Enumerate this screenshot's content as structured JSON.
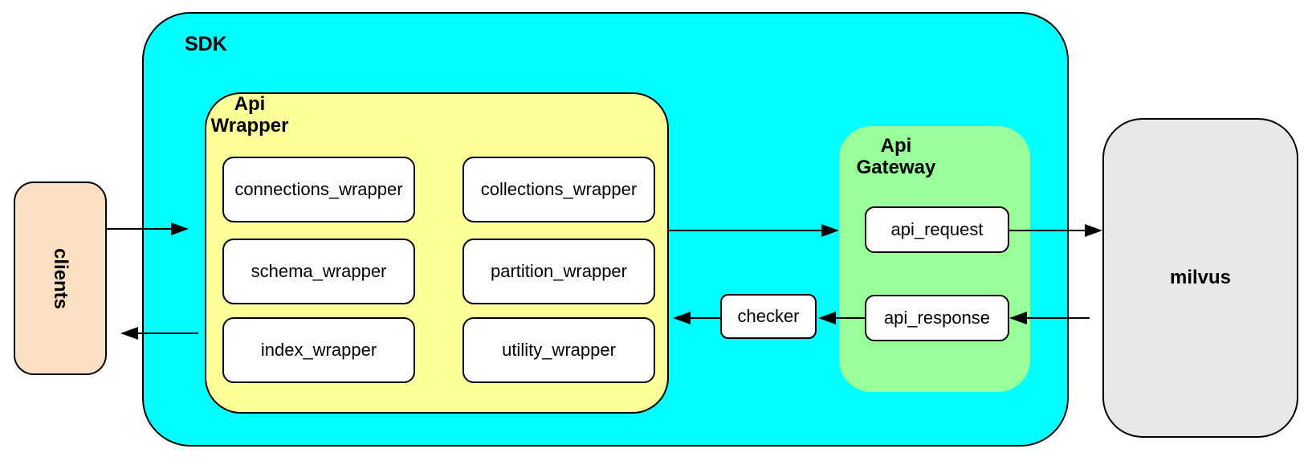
{
  "colors": {
    "sdk_fill": "#00FFFF",
    "api_wrapper_fill": "#FFFF99",
    "api_gateway_fill": "#99FF99",
    "clients_fill": "#FBE0C3",
    "milvus_fill": "#E8E8E8",
    "inner_box_fill": "#FFFFFF",
    "border": "#000000",
    "text": "#000000"
  },
  "nodes": {
    "clients": {
      "label": "clients"
    },
    "sdk": {
      "label": "SDK"
    },
    "api_wrapper": {
      "label": "Api Wrapper",
      "children": [
        "connections_wrapper",
        "collections_wrapper",
        "schema_wrapper",
        "partition_wrapper",
        "index_wrapper",
        "utility_wrapper"
      ]
    },
    "checker": {
      "label": "checker"
    },
    "api_gateway": {
      "label": "Api Gateway",
      "children": [
        "api_request",
        "api_response"
      ]
    },
    "milvus": {
      "label": "milvus"
    }
  },
  "arrows": [
    {
      "name": "clients-to-sdk",
      "from": "clients",
      "to": "sdk"
    },
    {
      "name": "sdk-to-clients",
      "from": "sdk",
      "to": "clients"
    },
    {
      "name": "api-wrapper-to-api-gateway",
      "from": "api_wrapper",
      "to": "api_gateway"
    },
    {
      "name": "api-request-to-milvus",
      "from": "api_request",
      "to": "milvus"
    },
    {
      "name": "milvus-to-api-response",
      "from": "milvus",
      "to": "api_response"
    },
    {
      "name": "api-response-to-checker",
      "from": "api_response",
      "to": "checker"
    },
    {
      "name": "checker-to-api-wrapper",
      "from": "checker",
      "to": "api_wrapper"
    }
  ]
}
